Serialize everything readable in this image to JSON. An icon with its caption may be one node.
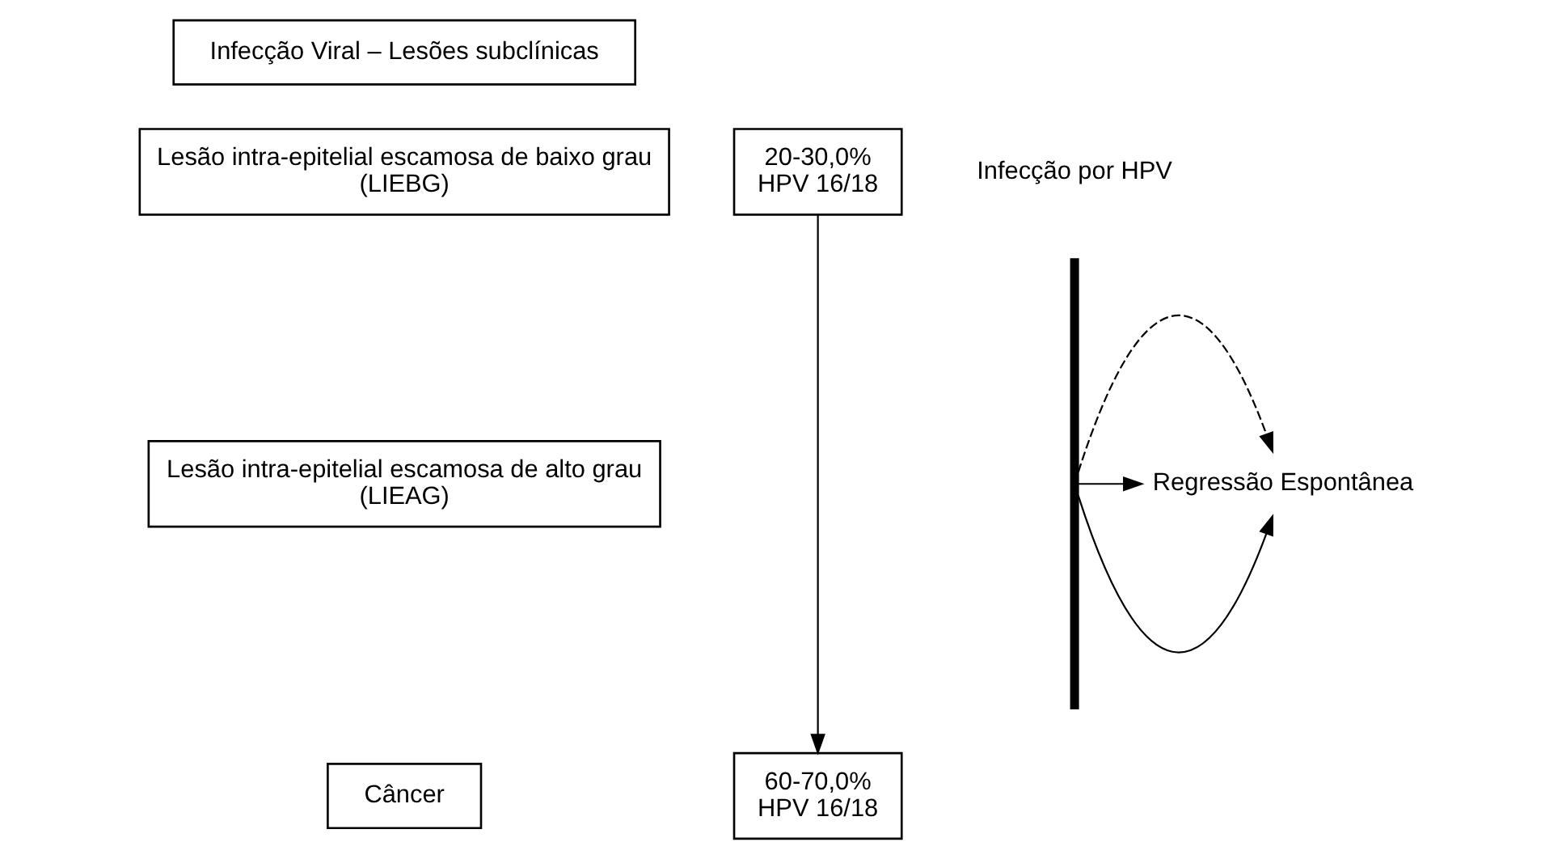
{
  "diagram": {
    "nodes": [
      {
        "text": [
          "Infecção Viral – Lesões subclínicas"
        ]
      },
      {
        "text": [
          "20-30,0%",
          "HPV 16/18"
        ]
      },
      {
        "text": [
          "Lesão intra-epitelial escamosa de baixo grau",
          "(LIEBG)"
        ]
      },
      {
        "text": [
          "Lesão intra-epitelial escamosa de alto grau",
          "(LIEAG)"
        ]
      },
      {
        "text": [
          "60-70,0%",
          "HPV 16/18"
        ]
      },
      {
        "text": [
          "Câncer"
        ]
      },
      {
        "text": [],
        "shape": "bar"
      },
      {
        "text": [
          "Regressão Espontânea"
        ]
      }
    ],
    "edges": [
      {
        "from": 1,
        "to": 4,
        "arrow": "to"
      },
      {
        "from": 6,
        "to": 7,
        "arrow": "to"
      },
      {
        "from": 6,
        "to": 7,
        "arrow": "to"
      },
      {
        "from": 6,
        "to": 7,
        "arrow": "to",
        "style": "dashed"
      }
    ],
    "labels": [
      "Infecção por HPV"
    ]
  }
}
